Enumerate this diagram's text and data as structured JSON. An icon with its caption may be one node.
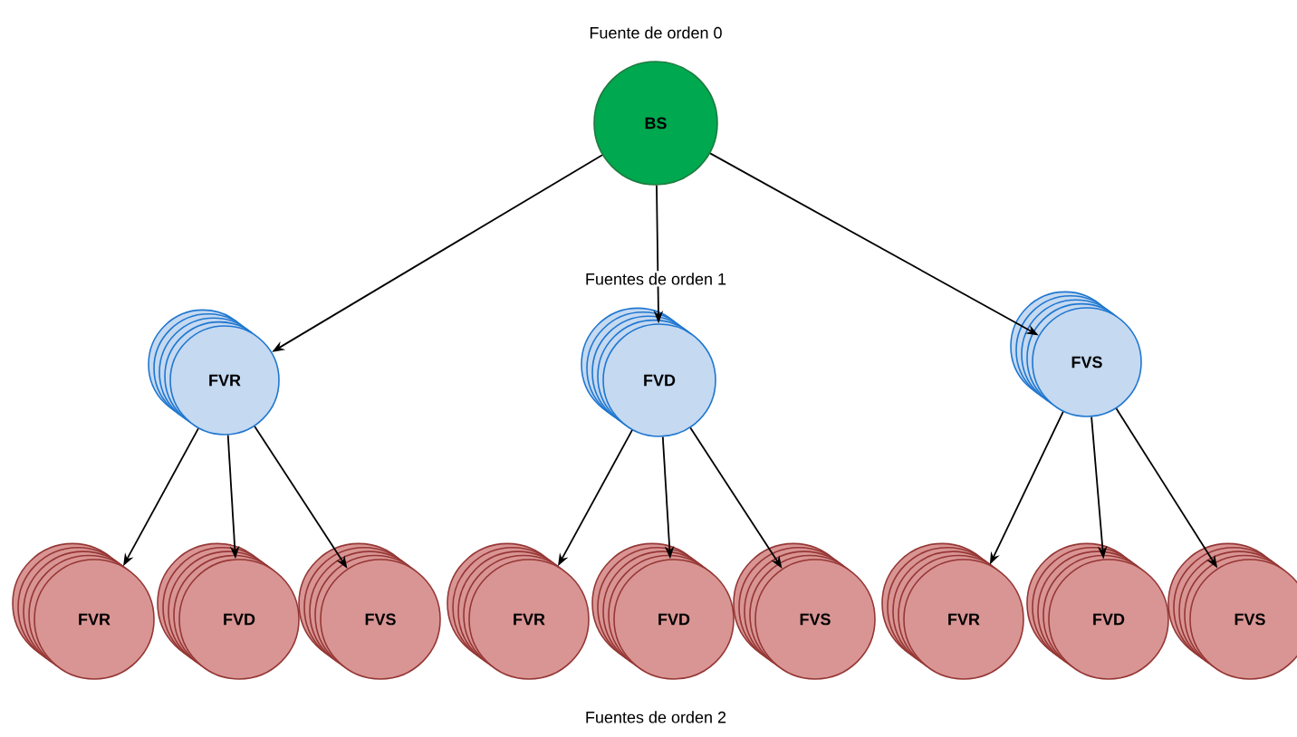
{
  "diagram": {
    "nodes": [
      {
        "text": [
          "BS"
        ]
      },
      {
        "text": [
          "FVR"
        ]
      },
      {
        "text": [
          "FVD"
        ]
      },
      {
        "text": [
          "FVS"
        ]
      },
      {
        "text": [
          "FVR"
        ]
      },
      {
        "text": [
          "FVD"
        ]
      },
      {
        "text": [
          "FVS"
        ]
      },
      {
        "text": [
          "FVR"
        ]
      },
      {
        "text": [
          "FVD"
        ]
      },
      {
        "text": [
          "FVS"
        ]
      },
      {
        "text": [
          "FVR"
        ]
      },
      {
        "text": [
          "FVD"
        ]
      },
      {
        "text": [
          "FVS"
        ]
      }
    ],
    "edges": [
      {
        "from": 0,
        "to": 1,
        "arrow": "to"
      },
      {
        "from": 0,
        "to": 2,
        "arrow": "to"
      },
      {
        "from": 0,
        "to": 3,
        "arrow": "to"
      },
      {
        "from": 1,
        "to": 4,
        "arrow": "to"
      },
      {
        "from": 1,
        "to": 5,
        "arrow": "to"
      },
      {
        "from": 1,
        "to": 6,
        "arrow": "to"
      },
      {
        "from": 2,
        "to": 7,
        "arrow": "to"
      },
      {
        "from": 2,
        "to": 8,
        "arrow": "to"
      },
      {
        "from": 2,
        "to": 9,
        "arrow": "to"
      },
      {
        "from": 3,
        "to": 10,
        "arrow": "to"
      },
      {
        "from": 3,
        "to": 11,
        "arrow": "to"
      },
      {
        "from": 3,
        "to": 12,
        "arrow": "to"
      }
    ],
    "labels": [
      "Fuente de orden 0",
      "Fuentes de orden 1",
      "Fuentes de orden 2"
    ]
  }
}
